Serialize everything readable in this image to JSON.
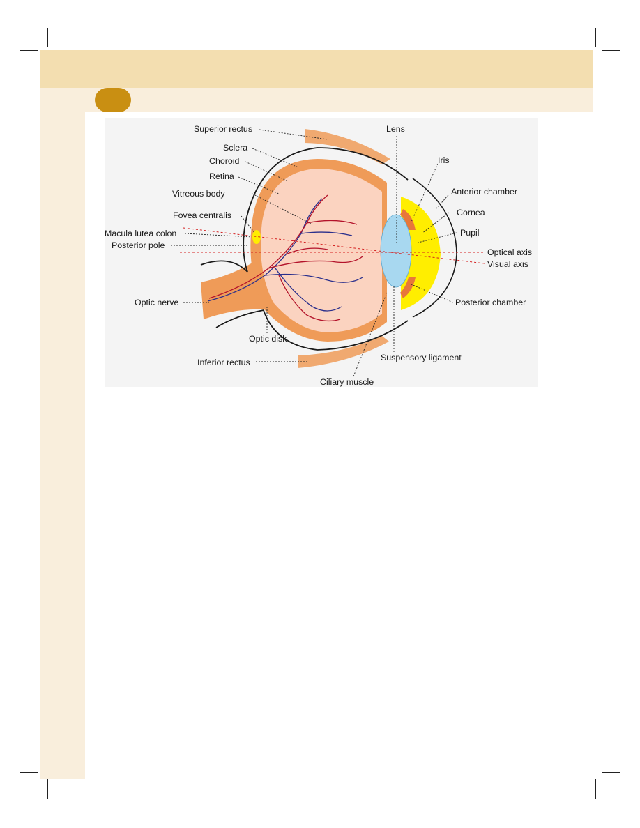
{
  "colors": {
    "header_band": "#f3deb0",
    "sub_band": "#f9eedc",
    "left_strip": "#f9eedc",
    "chapter_badge": "#c98f12",
    "sclera": "#ef9b58",
    "vitreous": "#fbd3c0",
    "lens": "#a8d8f0",
    "cornea_chamber": "#ffee00",
    "vein": "#2a2f8c",
    "artery": "#b3122a",
    "axis_line": "#d42020"
  },
  "labels": {
    "superior_rectus": "Superior rectus",
    "sclera": "Sclera",
    "choroid": "Choroid",
    "retina": "Retina",
    "vitreous_body": "Vitreous body",
    "fovea_centralis": "Fovea centralis",
    "macula_lutea_colon": "Macula lutea colon",
    "posterior_pole": "Posterior pole",
    "optic_nerve": "Optic nerve",
    "optic_disk": "Optic disk",
    "inferior_rectus": "Inferior rectus",
    "ciliary_muscle": "Ciliary muscle",
    "suspensory_ligament": "Suspensory ligament",
    "posterior_chamber": "Posterior chamber",
    "visual_axis": "Visual axis",
    "optical_axis": "Optical axis",
    "pupil": "Pupil",
    "cornea": "Cornea",
    "anterior_chamber": "Anterior chamber",
    "iris": "Iris",
    "lens": "Lens"
  }
}
